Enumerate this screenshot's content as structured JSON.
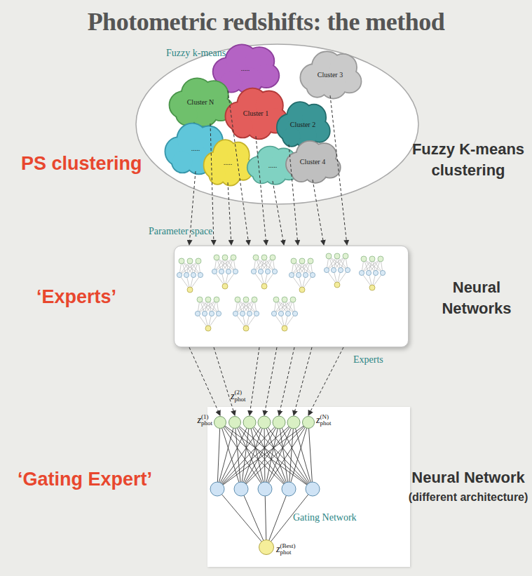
{
  "diagram": {
    "title": "Photometric redshifts: the method",
    "nodes": [
      {
        "text": [
          "Fuzzy k-means"
        ]
      },
      {
        "text": [
          "....."
        ],
        "in": 0
      },
      {
        "text": [
          "Cluster 3"
        ],
        "in": 0
      },
      {
        "text": [
          "Cluster N"
        ],
        "in": 0
      },
      {
        "text": [
          "Cluster 1"
        ],
        "in": 0
      },
      {
        "text": [
          "Cluster 2"
        ],
        "in": 0
      },
      {
        "text": [
          "....."
        ],
        "in": 0
      },
      {
        "text": [
          "....."
        ],
        "in": 0
      },
      {
        "text": [
          "....."
        ],
        "in": 0
      },
      {
        "text": [
          "Cluster 4"
        ],
        "in": 0
      },
      {
        "text": [
          "Experts"
        ]
      },
      {
        "text": [
          "Gating Network"
        ]
      },
      {
        "text": [
          "z",
          "(1)",
          "phot"
        ],
        "in": 11
      },
      {
        "text": [
          "z",
          "(2)",
          "phot"
        ],
        "in": 11
      },
      {
        "text": [
          "z",
          "(N)",
          "phot"
        ],
        "in": 11
      },
      {
        "text": [
          "z",
          "(Best)",
          "phot"
        ],
        "in": 11
      }
    ],
    "edges": [
      {
        "from": 1,
        "to": 10,
        "arrow": "to"
      },
      {
        "from": 2,
        "to": 10,
        "arrow": "to"
      },
      {
        "from": 3,
        "to": 10,
        "arrow": "to"
      },
      {
        "from": 4,
        "to": 10,
        "arrow": "to"
      },
      {
        "from": 5,
        "to": 10,
        "arrow": "to"
      },
      {
        "from": 6,
        "to": 10,
        "arrow": "to"
      },
      {
        "from": 7,
        "to": 10,
        "arrow": "to"
      },
      {
        "from": 8,
        "to": 10,
        "arrow": "to"
      },
      {
        "from": 9,
        "to": 10,
        "arrow": "to"
      },
      {
        "from": 10,
        "to": 12,
        "arrow": "to"
      },
      {
        "from": 10,
        "to": 13,
        "arrow": "to"
      },
      {
        "from": 10,
        "to": 14,
        "arrow": "to"
      }
    ],
    "labels": [
      "PS clustering",
      "Fuzzy K-means clustering",
      "Parameter space",
      "‘Experts’",
      "Neural Networks",
      "‘Gating Expert’",
      "Neural Network",
      "(different architecture)"
    ]
  }
}
